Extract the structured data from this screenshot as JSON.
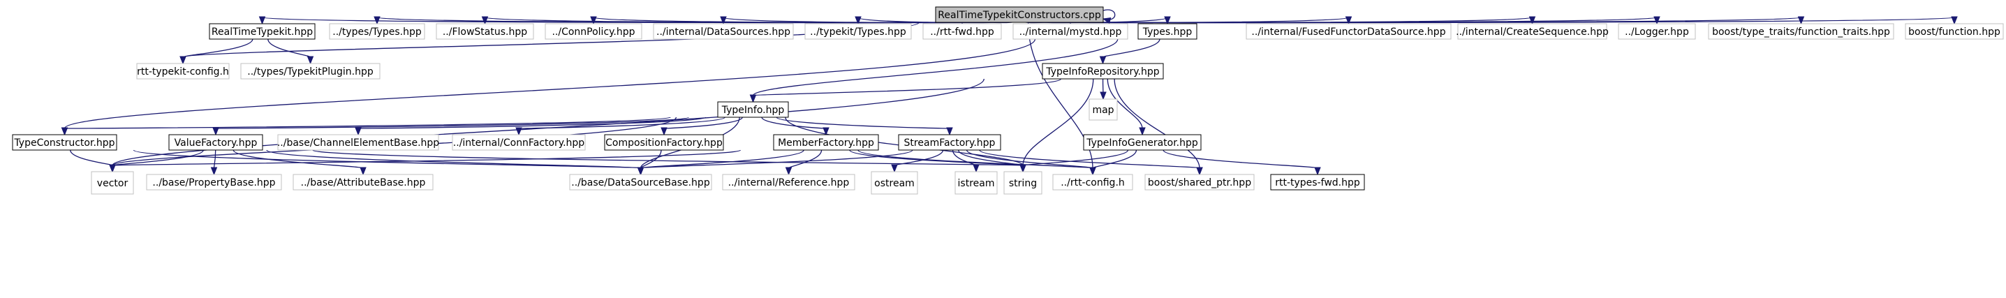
{
  "diagram": {
    "type": "include-dependency-graph",
    "nodes": [
      {
        "id": "root",
        "label": "RealTimeTypekitConstructors.cpp",
        "style": "root"
      },
      {
        "id": "rtt_typekit_hpp",
        "label": "RealTimeTypekit.hpp",
        "style": "black"
      },
      {
        "id": "types_types_hpp",
        "label": "../types/Types.hpp",
        "style": "gray"
      },
      {
        "id": "flowstatus_hpp",
        "label": "../FlowStatus.hpp",
        "style": "gray"
      },
      {
        "id": "connpolicy_hpp",
        "label": "../ConnPolicy.hpp",
        "style": "gray"
      },
      {
        "id": "datasources_hpp",
        "label": "../internal/DataSources.hpp",
        "style": "gray"
      },
      {
        "id": "typekit_types_hpp",
        "label": "../typekit/Types.hpp",
        "style": "gray"
      },
      {
        "id": "rtt_fwd_hpp",
        "label": "../rtt-fwd.hpp",
        "style": "gray"
      },
      {
        "id": "mystd_hpp",
        "label": "../internal/mystd.hpp",
        "style": "gray"
      },
      {
        "id": "types_hpp",
        "label": "Types.hpp",
        "style": "black"
      },
      {
        "id": "fused_hpp",
        "label": "../internal/FusedFunctorDataSource.hpp",
        "style": "gray"
      },
      {
        "id": "createseq_hpp",
        "label": "../internal/CreateSequence.hpp",
        "style": "gray"
      },
      {
        "id": "logger_hpp",
        "label": "../Logger.hpp",
        "style": "gray"
      },
      {
        "id": "fntraits_hpp",
        "label": "boost/type_traits/function_traits.hpp",
        "style": "gray"
      },
      {
        "id": "boostfn_hpp",
        "label": "boost/function.hpp",
        "style": "gray"
      },
      {
        "id": "rtt_typekit_config_h",
        "label": "rtt-typekit-config.h",
        "style": "gray"
      },
      {
        "id": "typekitplugin_hpp",
        "label": "../types/TypekitPlugin.hpp",
        "style": "gray"
      },
      {
        "id": "typeinforepo_hpp",
        "label": "TypeInfoRepository.hpp",
        "style": "black"
      },
      {
        "id": "typeinfo_hpp",
        "label": "TypeInfo.hpp",
        "style": "black"
      },
      {
        "id": "map",
        "label": "map",
        "style": "gray"
      },
      {
        "id": "typector_hpp",
        "label": "TypeConstructor.hpp",
        "style": "black"
      },
      {
        "id": "valuefactory_hpp",
        "label": "ValueFactory.hpp",
        "style": "black"
      },
      {
        "id": "chanelembase_hpp",
        "label": "../base/ChannelElementBase.hpp",
        "style": "gray"
      },
      {
        "id": "connfactory_hpp",
        "label": "../internal/ConnFactory.hpp",
        "style": "gray"
      },
      {
        "id": "compfactory_hpp",
        "label": "CompositionFactory.hpp",
        "style": "black"
      },
      {
        "id": "memberfactory_hpp",
        "label": "MemberFactory.hpp",
        "style": "black"
      },
      {
        "id": "streamfactory_hpp",
        "label": "StreamFactory.hpp",
        "style": "black"
      },
      {
        "id": "typeinfogen_hpp",
        "label": "TypeInfoGenerator.hpp",
        "style": "black"
      },
      {
        "id": "vector",
        "label": "vector",
        "style": "gray"
      },
      {
        "id": "propertybase_hpp",
        "label": "../base/PropertyBase.hpp",
        "style": "gray"
      },
      {
        "id": "attributebase_hpp",
        "label": "../base/AttributeBase.hpp",
        "style": "gray"
      },
      {
        "id": "datasourcebase_hpp",
        "label": "../base/DataSourceBase.hpp",
        "style": "gray"
      },
      {
        "id": "reference_hpp",
        "label": "../internal/Reference.hpp",
        "style": "gray"
      },
      {
        "id": "ostream",
        "label": "ostream",
        "style": "gray"
      },
      {
        "id": "istream",
        "label": "istream",
        "style": "gray"
      },
      {
        "id": "string",
        "label": "string",
        "style": "gray"
      },
      {
        "id": "rtt_config_h",
        "label": "../rtt-config.h",
        "style": "gray"
      },
      {
        "id": "shared_ptr_hpp",
        "label": "boost/shared_ptr.hpp",
        "style": "gray"
      },
      {
        "id": "rtt_types_fwd_hpp",
        "label": "rtt-types-fwd.hpp",
        "style": "black"
      }
    ],
    "edges": [
      [
        "root",
        "root"
      ],
      [
        "root",
        "rtt_typekit_hpp"
      ],
      [
        "root",
        "types_types_hpp"
      ],
      [
        "root",
        "flowstatus_hpp"
      ],
      [
        "root",
        "connpolicy_hpp"
      ],
      [
        "root",
        "datasources_hpp"
      ],
      [
        "root",
        "typekit_types_hpp"
      ],
      [
        "root",
        "rtt_fwd_hpp"
      ],
      [
        "root",
        "mystd_hpp"
      ],
      [
        "root",
        "types_hpp"
      ],
      [
        "root",
        "fused_hpp"
      ],
      [
        "root",
        "createseq_hpp"
      ],
      [
        "root",
        "logger_hpp"
      ],
      [
        "root",
        "fntraits_hpp"
      ],
      [
        "root",
        "boostfn_hpp"
      ],
      [
        "root",
        "rtt_typekit_config_h"
      ],
      [
        "root",
        "rtt_config_h"
      ],
      [
        "rtt_typekit_hpp",
        "rtt_typekit_config_h"
      ],
      [
        "rtt_typekit_hpp",
        "typekitplugin_hpp"
      ],
      [
        "types_hpp",
        "typeinforepo_hpp"
      ],
      [
        "types_hpp",
        "typeinfo_hpp"
      ],
      [
        "types_hpp",
        "typector_hpp"
      ],
      [
        "typeinforepo_hpp",
        "typeinfo_hpp"
      ],
      [
        "typeinforepo_hpp",
        "map"
      ],
      [
        "typeinforepo_hpp",
        "typeinfogen_hpp"
      ],
      [
        "typeinforepo_hpp",
        "string"
      ],
      [
        "typeinforepo_hpp",
        "shared_ptr_hpp"
      ],
      [
        "typeinforepo_hpp",
        "vector"
      ],
      [
        "typeinfo_hpp",
        "typector_hpp"
      ],
      [
        "typeinfo_hpp",
        "valuefactory_hpp"
      ],
      [
        "typeinfo_hpp",
        "chanelembase_hpp"
      ],
      [
        "typeinfo_hpp",
        "connfactory_hpp"
      ],
      [
        "typeinfo_hpp",
        "compfactory_hpp"
      ],
      [
        "typeinfo_hpp",
        "memberfactory_hpp"
      ],
      [
        "typeinfo_hpp",
        "streamfactory_hpp"
      ],
      [
        "typeinfo_hpp",
        "datasourcebase_hpp"
      ],
      [
        "typeinfo_hpp",
        "string"
      ],
      [
        "typeinfo_hpp",
        "vector"
      ],
      [
        "typector_hpp",
        "vector"
      ],
      [
        "typector_hpp",
        "datasourcebase_hpp"
      ],
      [
        "valuefactory_hpp",
        "vector"
      ],
      [
        "valuefactory_hpp",
        "propertybase_hpp"
      ],
      [
        "valuefactory_hpp",
        "attributebase_hpp"
      ],
      [
        "valuefactory_hpp",
        "datasourcebase_hpp"
      ],
      [
        "valuefactory_hpp",
        "string"
      ],
      [
        "compfactory_hpp",
        "datasourcebase_hpp"
      ],
      [
        "memberfactory_hpp",
        "vector"
      ],
      [
        "memberfactory_hpp",
        "datasourcebase_hpp"
      ],
      [
        "memberfactory_hpp",
        "reference_hpp"
      ],
      [
        "memberfactory_hpp",
        "string"
      ],
      [
        "memberfactory_hpp",
        "rtt_config_h"
      ],
      [
        "streamfactory_hpp",
        "datasourcebase_hpp"
      ],
      [
        "streamfactory_hpp",
        "ostream"
      ],
      [
        "streamfactory_hpp",
        "istream"
      ],
      [
        "streamfactory_hpp",
        "string"
      ],
      [
        "streamfactory_hpp",
        "rtt_config_h"
      ],
      [
        "streamfactory_hpp",
        "shared_ptr_hpp"
      ],
      [
        "typeinfogen_hpp",
        "string"
      ],
      [
        "typeinfogen_hpp",
        "rtt_config_h"
      ],
      [
        "typeinfogen_hpp",
        "rtt_types_fwd_hpp"
      ]
    ]
  }
}
